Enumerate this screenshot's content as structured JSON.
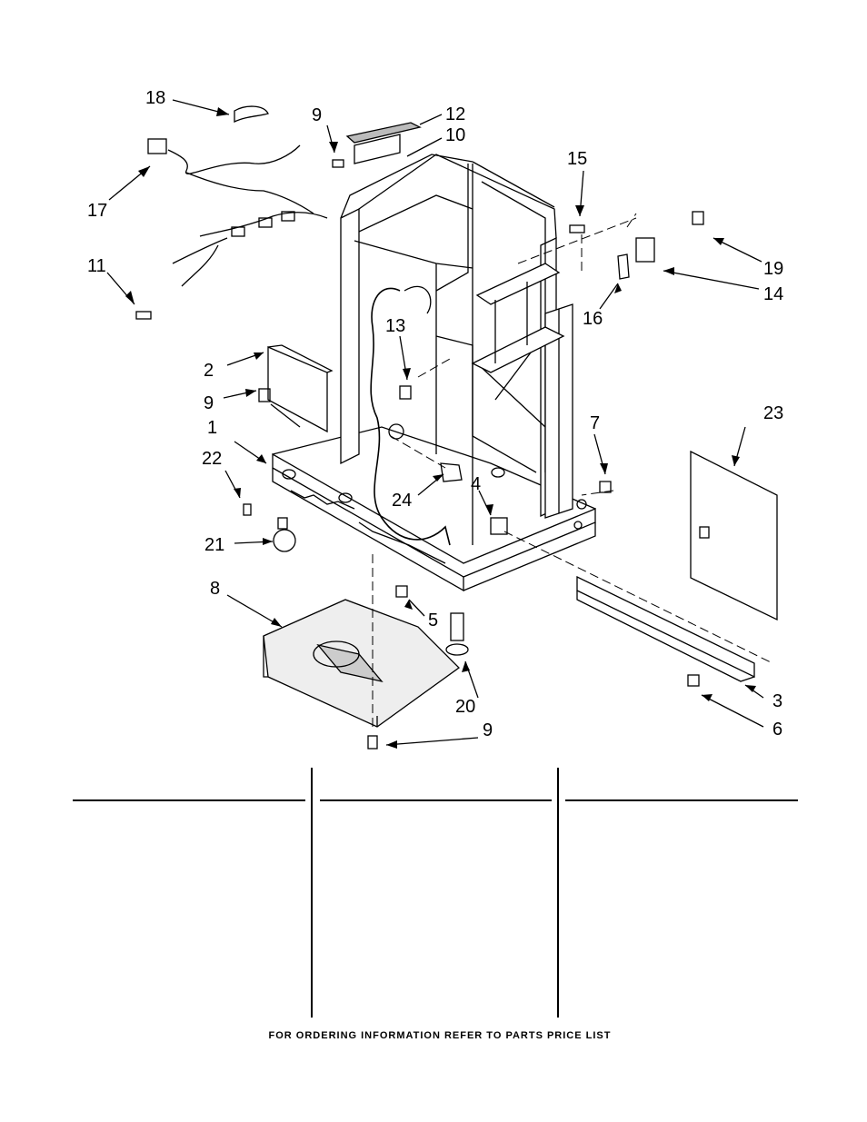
{
  "callouts": {
    "c1": "1",
    "c2": "2",
    "c3": "3",
    "c4": "4",
    "c5": "5",
    "c6": "6",
    "c7": "7",
    "c8": "8",
    "c9a": "9",
    "c9b": "9",
    "c9c": "9",
    "c10": "10",
    "c11": "11",
    "c12": "12",
    "c13": "13",
    "c14": "14",
    "c15": "15",
    "c16": "16",
    "c17": "17",
    "c18": "18",
    "c19": "19",
    "c20": "20",
    "c21": "21",
    "c22": "22",
    "c23": "23",
    "c24": "24"
  },
  "footer": {
    "text": "FOR ORDERING INFORMATION REFER TO PARTS PRICE LIST"
  }
}
